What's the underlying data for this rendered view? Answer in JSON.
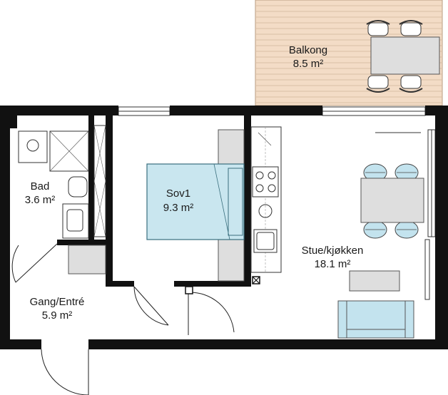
{
  "colors": {
    "wall": "#111111",
    "deck": "#f3dcc6",
    "deck_line": "#d9bfa6",
    "furniture": "#dedede",
    "bed": "#c9e6ef",
    "bed_stroke": "#3a6f7e",
    "sofa": "#c3e3ee",
    "line": "#222222"
  },
  "rooms": [
    {
      "key": "balkong",
      "name": "Balkong",
      "area": "8.5 m²"
    },
    {
      "key": "bad",
      "name": "Bad",
      "area": "3.6 m²"
    },
    {
      "key": "sov1",
      "name": "Sov1",
      "area": "9.3 m²"
    },
    {
      "key": "stue",
      "name": "Stue/kjøkken",
      "area": "18.1 m²"
    },
    {
      "key": "gang",
      "name": "Gang/Entré",
      "area": "5.9 m²"
    }
  ]
}
